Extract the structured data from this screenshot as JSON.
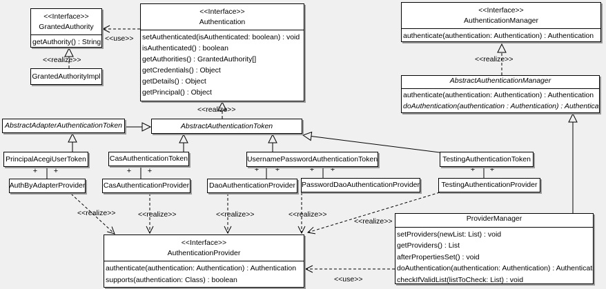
{
  "diagram": {
    "background": "#f0f0f0",
    "box_fill": "#ffffff",
    "line_color": "#000000",
    "shadow_color": "#9a9a9a"
  },
  "labels": {
    "use": "<<use>>",
    "realize": "<<realize>>",
    "plus": "+"
  },
  "classes": {
    "grantedAuthority": {
      "stereotype": "<<Interface>>",
      "name": "GrantedAuthority",
      "methods": [
        "getAuthority() : String"
      ]
    },
    "grantedAuthorityImpl": {
      "name": "GrantedAuthorityImpl"
    },
    "authentication": {
      "stereotype": "<<Interface>>",
      "name": "Authentication",
      "methods": [
        "setAuthenticated(isAuthenticated: boolean) : void",
        "isAuthenticated() : boolean",
        "getAuthorities() : GrantedAuthority[]",
        "getCredentials() : Object",
        "getDetails() : Object",
        "getPrincipal() : Object"
      ]
    },
    "authenticationManager": {
      "stereotype": "<<Interface>>",
      "name": "AuthenticationManager",
      "methods": [
        "authenticate(authentication: Authentication) : Authentication"
      ]
    },
    "abstractAuthenticationManager": {
      "name": "AbstractAuthenticationManager",
      "methods": [
        "authenticate(authentication: Authentication) : Authentication",
        "doAuthentication(authentication : Authentication) : Authentication"
      ]
    },
    "abstractAdapterAuthenticationToken": {
      "name": "AbstractAdapterAuthenticationToken"
    },
    "abstractAuthenticationToken": {
      "name": "AbstractAuthenticationToken"
    },
    "principalAcegiUserToken": {
      "name": "PrincipalAcegiUserToken"
    },
    "casAuthenticationToken": {
      "name": "CasAuthenticationToken"
    },
    "usernamePasswordAuthenticationToken": {
      "name": "UsernamePasswordAuthenticationToken"
    },
    "testingAuthenticationToken": {
      "name": "TestingAuthenticationToken"
    },
    "authByAdapterProvider": {
      "name": "AuthByAdapterProvider"
    },
    "casAuthenticationProvider": {
      "name": "CasAuthenticationProvider"
    },
    "daoAuthenticationProvider": {
      "name": "DaoAuthenticationProvider"
    },
    "passwordDaoAuthenticationProvider": {
      "name": "PasswordDaoAuthenticationProvider"
    },
    "testingAuthenticationProvider": {
      "name": "TestingAuthenticationProvider"
    },
    "authenticationProvider": {
      "stereotype": "<<Interface>>",
      "name": "AuthenticationProvider",
      "methods": [
        "authenticate(authentication: Authentication) : Authentication",
        "supports(authentication: Class) : boolean"
      ]
    },
    "providerManager": {
      "name": "ProviderManager",
      "methods": [
        "setProviders(newList: List) : void",
        "getProviders() : List",
        "afterPropertiesSet() : void",
        "doAuthentication(authentication: Authentication) : Authentication",
        "checkIfValidList(listToCheck: List) : void"
      ]
    }
  }
}
